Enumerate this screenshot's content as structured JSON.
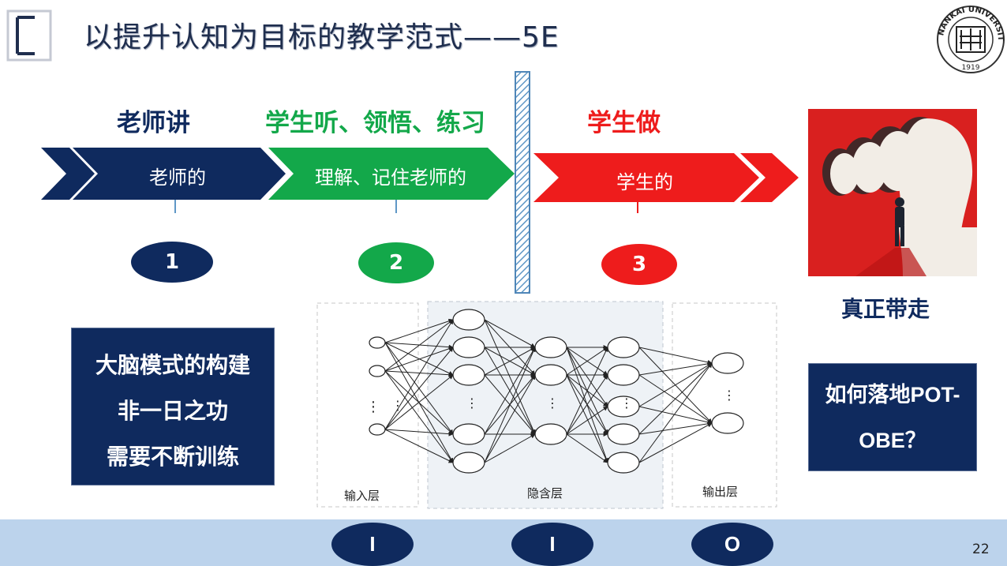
{
  "title": "以提升认知为目标的教学范式——5E",
  "logo": {
    "ring_text": "NANKAI UNIVERSITY",
    "year": "1919"
  },
  "stages": [
    {
      "heading": "老师讲",
      "arrow_label": "老师的",
      "number": "1",
      "color": "#0f2a5e"
    },
    {
      "heading": "学生听、领悟、练习",
      "arrow_label": "理解、记住老师的",
      "number": "2",
      "color": "#13a84a"
    },
    {
      "heading": "学生做",
      "arrow_label": "学生的",
      "number": "3",
      "color": "#ee1c1c"
    }
  ],
  "image_caption": "真正带走",
  "left_box": {
    "lines": [
      "大脑模式的构建",
      "非一日之功",
      "需要不断训练"
    ]
  },
  "right_box": {
    "lines": [
      "如何落地POT-",
      "OBE？"
    ]
  },
  "network": {
    "input_label": "输入层",
    "hidden_label": "隐含层",
    "output_label": "输出层",
    "dots": "⋮"
  },
  "bottom_pills": [
    "I",
    "I",
    "O"
  ],
  "page_number": "22",
  "colors": {
    "navy": "#0f2a5e",
    "green": "#13a84a",
    "red": "#ee1c1c",
    "band": "#bcd3ec"
  }
}
